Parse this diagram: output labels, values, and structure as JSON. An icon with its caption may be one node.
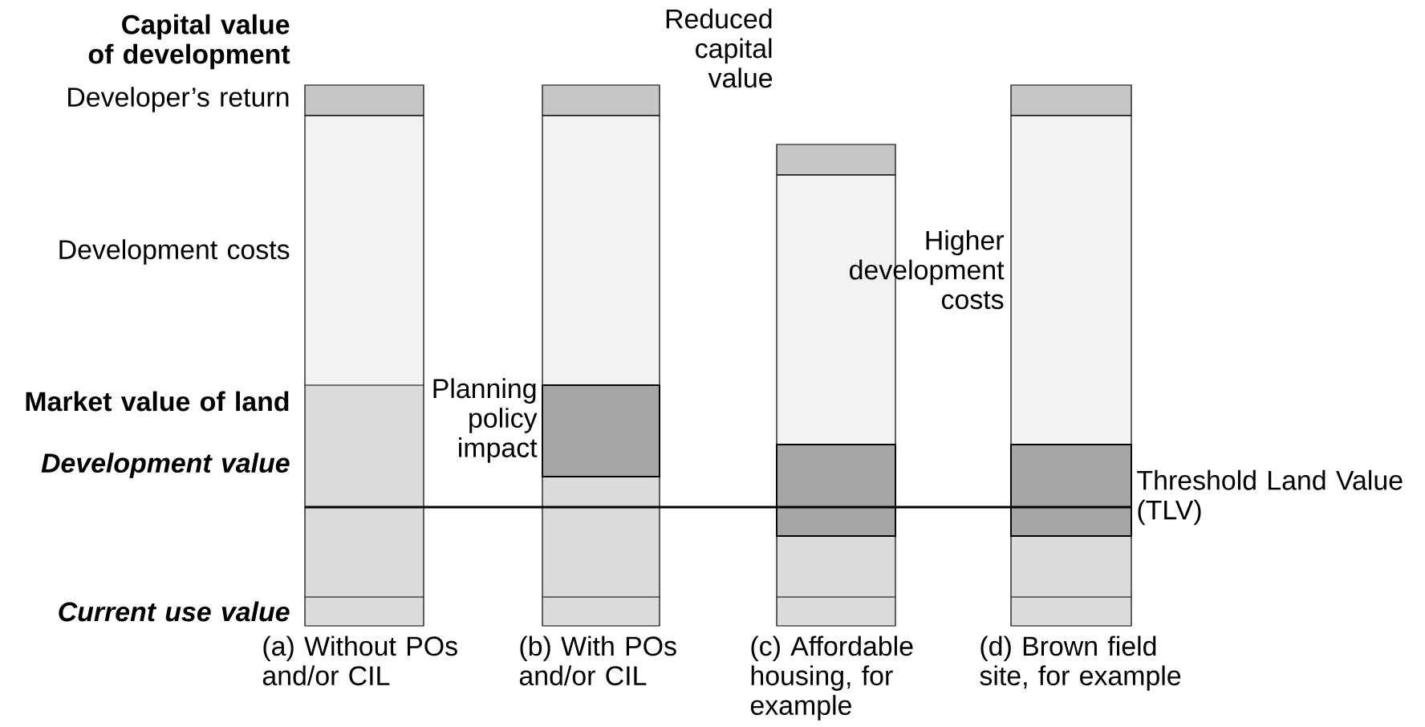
{
  "diagram": {
    "labels": [
      "Capital value of development",
      "Developer’s return",
      "Reduced capital value",
      "Development costs",
      "Higher development costs",
      "Market value of land",
      "Planning policy impact",
      "Development value",
      "Threshold Land Value (TLV)",
      "Current use value",
      "(a) Without POs and/or CIL",
      "(b) With POs and/or CIL",
      "(c) Affordable housing, for example",
      "(d) Brown field site, for example"
    ]
  }
}
